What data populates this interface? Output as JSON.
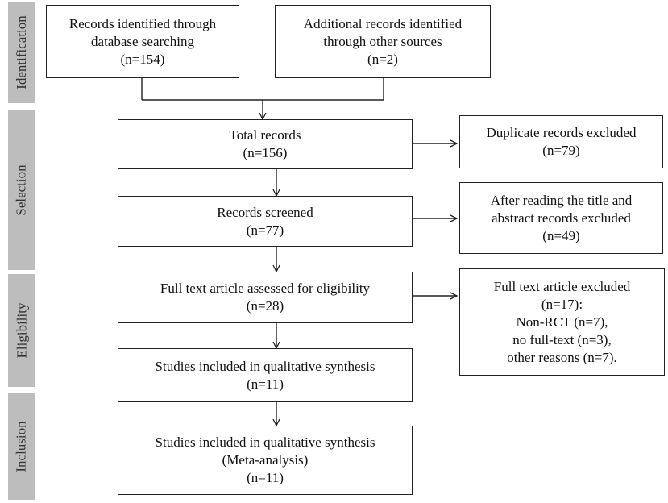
{
  "phases": {
    "identification": "Identification",
    "selection": "Selection",
    "eligibility": "Eligibility",
    "inclusion": "Inclusion"
  },
  "boxes": {
    "database": [
      "Records identified through",
      "database searching",
      "(n=154)"
    ],
    "other_sources": [
      "Additional records identified",
      "through other sources",
      "(n=2)"
    ],
    "total": [
      "Total records",
      "(n=156)"
    ],
    "duplicates": [
      "Duplicate records excluded",
      "(n=79)"
    ],
    "screened": [
      "Records screened",
      "(n=77)"
    ],
    "title_abstract_excluded": [
      "After reading the title and",
      "abstract records excluded",
      "(n=49)"
    ],
    "full_text_assessed": [
      "Full text article assessed for eligibility",
      "(n=28)"
    ],
    "full_text_excluded": [
      "Full text article excluded",
      "(n=17):",
      "Non-RCT (n=7),",
      "no full-text (n=3),",
      "other reasons (n=7)."
    ],
    "qualitative": [
      "Studies included in qualitative synthesis",
      "(n=11)"
    ],
    "meta_analysis": [
      "Studies included in qualitative synthesis",
      "(Meta-analysis)",
      "(n=11)"
    ]
  }
}
